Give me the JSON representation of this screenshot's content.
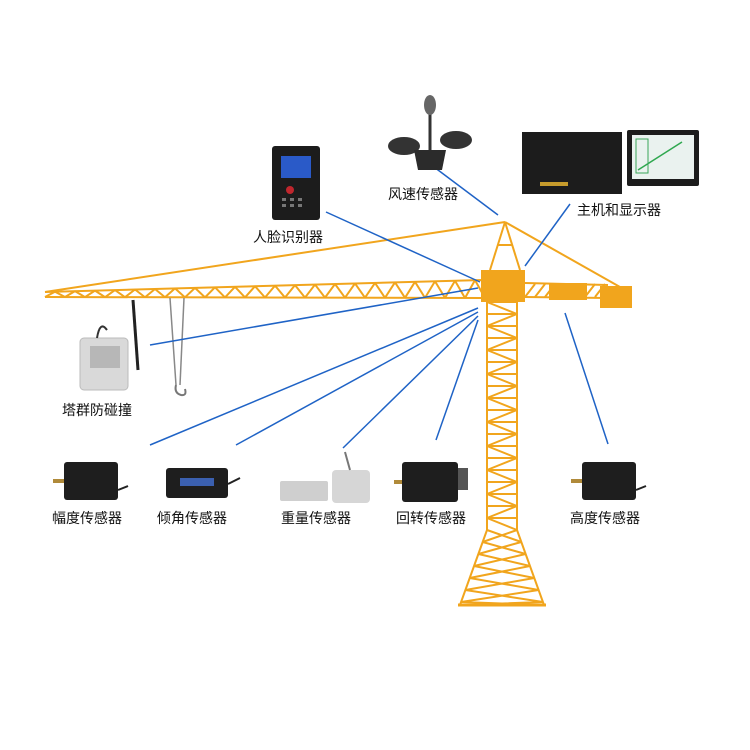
{
  "labels": {
    "wind": "风速传感器",
    "host": "主机和显示器",
    "face": "人脸识别器",
    "anticollision": "塔群防碰撞",
    "amplitude": "幅度传感器",
    "tilt": "倾角传感器",
    "weight": "重量传感器",
    "rotation": "回转传感器",
    "height": "高度传感器"
  },
  "colors": {
    "crane": "#f1a51d",
    "link": "#1f63c6",
    "device": "#1c1c1c",
    "device_light": "#d8d8d8"
  }
}
